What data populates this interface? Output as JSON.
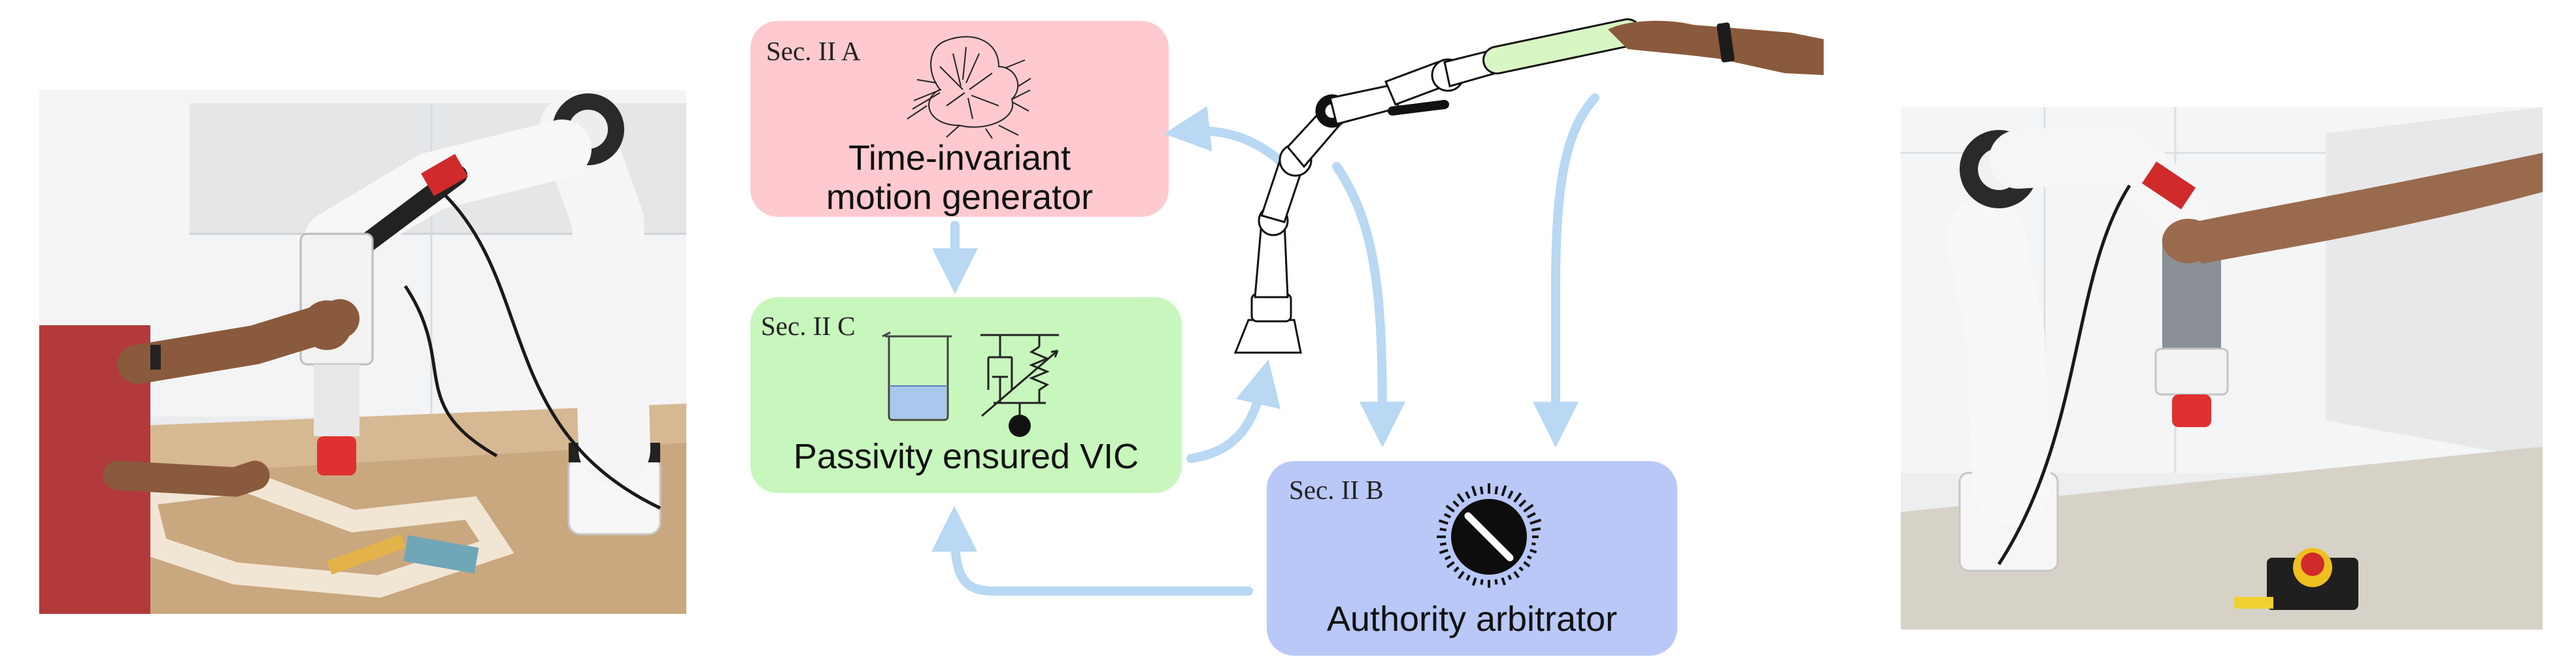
{
  "modules": {
    "motion": {
      "section": "Sec. II A",
      "title_line1": "Time-invariant",
      "title_line2": "motion generator",
      "color": "#fecacf"
    },
    "vic": {
      "section": "Sec. II C",
      "title": "Passivity ensured VIC",
      "color": "#c8f7bd"
    },
    "arbitrator": {
      "section": "Sec. II B",
      "title": "Authority arbitrator",
      "color": "#b9c8f7"
    }
  },
  "colors": {
    "arrow": "#b8d8f3",
    "outline": "#111111",
    "tool_green": "#d8f5c4",
    "water": "#a9c8ee"
  },
  "icons": [
    "attractor-landscape-icon",
    "beaker-icon",
    "damper-spring-icon",
    "authority-knob-icon",
    "robot-arm-icon"
  ]
}
